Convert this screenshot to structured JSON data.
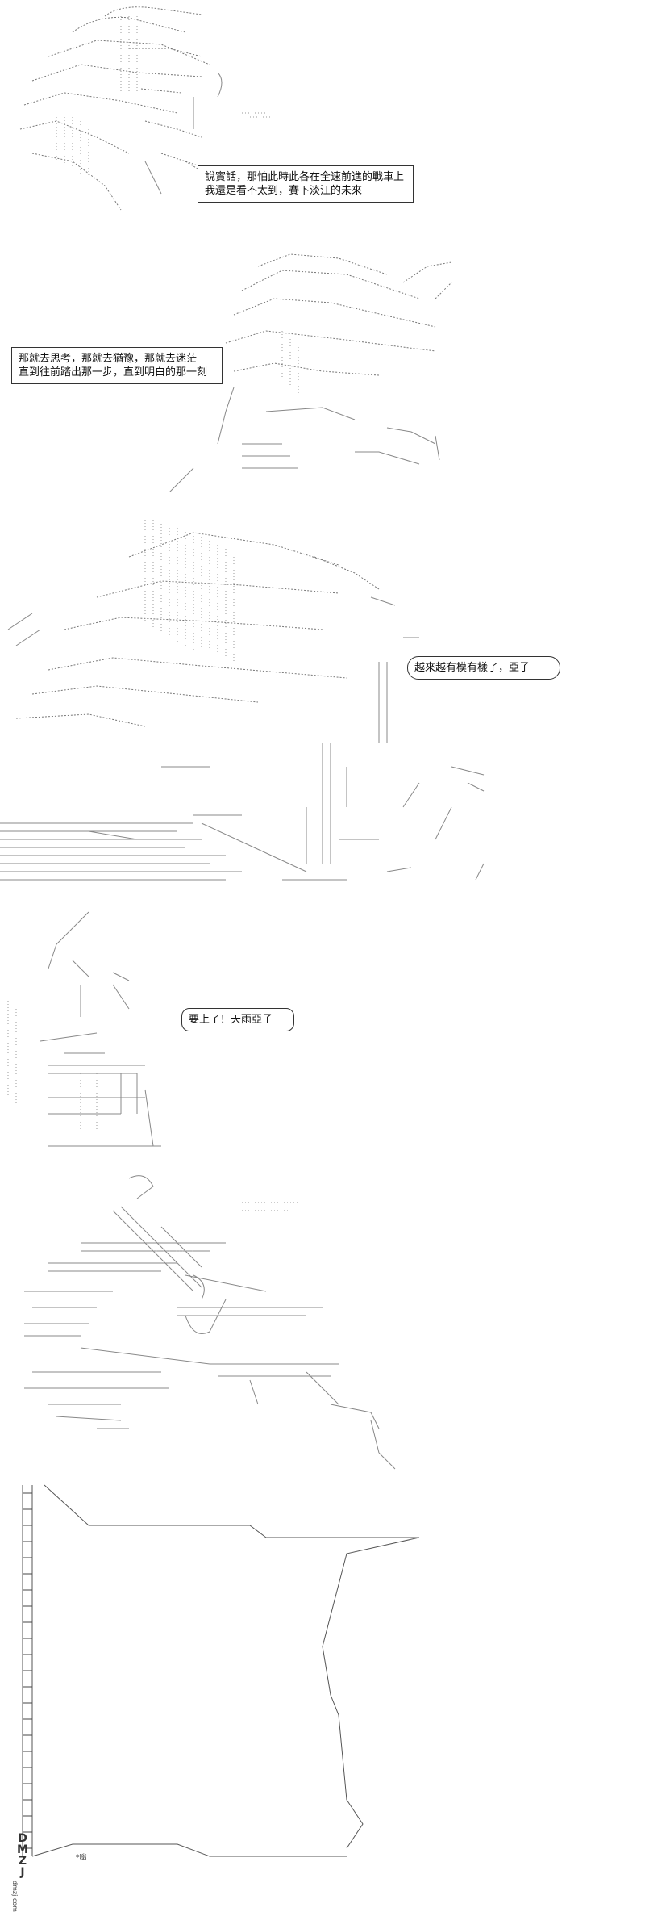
{
  "panels": [
    {
      "id": "panel-1",
      "bubbles": [
        {
          "lines": [
            "說實話，那怕此時此各在全速前進的戰車上",
            "我還是看不太到，賽下淡江的未來"
          ]
        }
      ]
    },
    {
      "id": "panel-2",
      "bubbles": [
        {
          "lines": [
            "那就去思考，那就去猶豫，那就去迷茫",
            "直到往前踏出那一步，直到明白的那一刻"
          ]
        }
      ]
    },
    {
      "id": "panel-3",
      "bubbles": [
        {
          "lines": [
            "越來越有模有樣了，亞子"
          ]
        }
      ]
    },
    {
      "id": "panel-4",
      "bubbles": [
        {
          "lines": [
            "要上了！天雨亞子"
          ]
        }
      ]
    },
    {
      "id": "panel-5",
      "bubbles": []
    },
    {
      "id": "panel-6",
      "bubbles": [],
      "sfx": "*嗡"
    }
  ],
  "watermark": {
    "letters": "DMZJ",
    "site": "dmzj.com"
  }
}
